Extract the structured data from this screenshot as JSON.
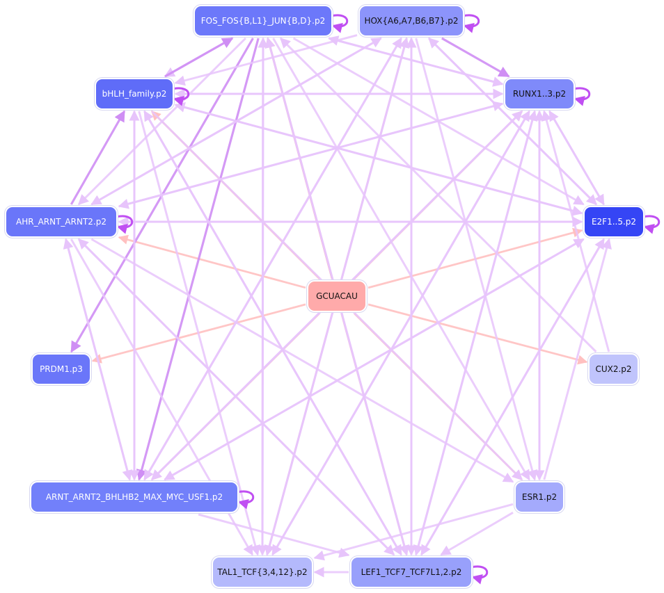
{
  "colors": {
    "inter": "#e7c4fb",
    "strong": "#cf8ef4",
    "center": "#ffc0c0",
    "centerStrong": "#ff9f9f",
    "self": "#c04ff2"
  },
  "nodes": [
    {
      "id": "fos",
      "label": "FOS_FOS{B,L1}_JUN{B,D}.p2",
      "fill": "#6c78fa",
      "text": "#ffffff"
    },
    {
      "id": "hox",
      "label": "HOX{A6,A7,B6,B7}.p2",
      "fill": "#8c94fb",
      "text": "#111111"
    },
    {
      "id": "runx",
      "label": "RUNX1..3.p2",
      "fill": "#7f8afa",
      "text": "#111111"
    },
    {
      "id": "bhlh",
      "label": "bHLH_family.p2",
      "fill": "#5f6cf8",
      "text": "#ffffff"
    },
    {
      "id": "ahr",
      "label": "AHR_ARNT_ARNT2.p2",
      "fill": "#6a76f9",
      "text": "#ffffff"
    },
    {
      "id": "e2f",
      "label": "E2F1..5.p2",
      "fill": "#3545f5",
      "text": "#ffffff"
    },
    {
      "id": "gcu",
      "label": "GCUACAU",
      "fill": "#ffaaaa",
      "text": "#111111"
    },
    {
      "id": "prdm",
      "label": "PRDM1.p3",
      "fill": "#6a76f9",
      "text": "#ffffff"
    },
    {
      "id": "cux",
      "label": "CUX2.p2",
      "fill": "#c0c4fc",
      "text": "#111111"
    },
    {
      "id": "arnt",
      "label": "ARNT_ARNT2_BHLHB2_MAX_MYC_USF1.p2",
      "fill": "#7280fa",
      "text": "#ffffff"
    },
    {
      "id": "esr",
      "label": "ESR1.p2",
      "fill": "#a4aafc",
      "text": "#111111"
    },
    {
      "id": "tal",
      "label": "TAL1_TCF{3,4,12}.p2",
      "fill": "#b4b9fc",
      "text": "#111111"
    },
    {
      "id": "lef",
      "label": "LEF1_TCF7_TCF7L1,2.p2",
      "fill": "#98a0fb",
      "text": "#111111"
    }
  ],
  "edges": [
    {
      "from": "gcu",
      "to": "fos",
      "kind": "centerStrong"
    },
    {
      "from": "gcu",
      "to": "hox",
      "kind": "center"
    },
    {
      "from": "gcu",
      "to": "runx",
      "kind": "center"
    },
    {
      "from": "gcu",
      "to": "e2f",
      "kind": "center"
    },
    {
      "from": "gcu",
      "to": "bhlh",
      "kind": "center"
    },
    {
      "from": "gcu",
      "to": "ahr",
      "kind": "center"
    },
    {
      "from": "gcu",
      "to": "prdm",
      "kind": "center"
    },
    {
      "from": "gcu",
      "to": "cux",
      "kind": "center"
    },
    {
      "from": "gcu",
      "to": "esr",
      "kind": "center"
    },
    {
      "from": "gcu",
      "to": "lef",
      "kind": "center"
    },
    {
      "from": "gcu",
      "to": "tal",
      "kind": "center"
    },
    {
      "from": "gcu",
      "to": "arnt",
      "kind": "center"
    },
    {
      "from": "fos",
      "to": "runx",
      "kind": "inter"
    },
    {
      "from": "fos",
      "to": "e2f",
      "kind": "inter"
    },
    {
      "from": "fos",
      "to": "esr",
      "kind": "inter"
    },
    {
      "from": "fos",
      "to": "lef",
      "kind": "inter"
    },
    {
      "from": "fos",
      "to": "tal",
      "kind": "inter"
    },
    {
      "from": "fos",
      "to": "arnt",
      "kind": "strong"
    },
    {
      "from": "fos",
      "to": "prdm",
      "kind": "strong"
    },
    {
      "from": "fos",
      "to": "ahr",
      "kind": "inter"
    },
    {
      "from": "fos",
      "to": "bhlh",
      "kind": "inter"
    },
    {
      "from": "hox",
      "to": "runx",
      "kind": "strong"
    },
    {
      "from": "hox",
      "to": "e2f",
      "kind": "inter"
    },
    {
      "from": "hox",
      "to": "esr",
      "kind": "inter"
    },
    {
      "from": "hox",
      "to": "lef",
      "kind": "inter"
    },
    {
      "from": "hox",
      "to": "tal",
      "kind": "inter"
    },
    {
      "from": "hox",
      "to": "arnt",
      "kind": "inter"
    },
    {
      "from": "hox",
      "to": "ahr",
      "kind": "inter"
    },
    {
      "from": "hox",
      "to": "bhlh",
      "kind": "inter"
    },
    {
      "from": "runx",
      "to": "e2f",
      "kind": "inter"
    },
    {
      "from": "runx",
      "to": "esr",
      "kind": "inter"
    },
    {
      "from": "runx",
      "to": "lef",
      "kind": "inter"
    },
    {
      "from": "runx",
      "to": "tal",
      "kind": "inter"
    },
    {
      "from": "runx",
      "to": "arnt",
      "kind": "inter"
    },
    {
      "from": "runx",
      "to": "ahr",
      "kind": "inter"
    },
    {
      "from": "runx",
      "to": "bhlh",
      "kind": "inter"
    },
    {
      "from": "runx",
      "to": "fos",
      "kind": "inter"
    },
    {
      "from": "bhlh",
      "to": "fos",
      "kind": "strong"
    },
    {
      "from": "bhlh",
      "to": "runx",
      "kind": "inter"
    },
    {
      "from": "bhlh",
      "to": "e2f",
      "kind": "inter"
    },
    {
      "from": "bhlh",
      "to": "arnt",
      "kind": "inter"
    },
    {
      "from": "bhlh",
      "to": "lef",
      "kind": "inter"
    },
    {
      "from": "bhlh",
      "to": "tal",
      "kind": "inter"
    },
    {
      "from": "bhlh",
      "to": "esr",
      "kind": "inter"
    },
    {
      "from": "ahr",
      "to": "bhlh",
      "kind": "strong"
    },
    {
      "from": "ahr",
      "to": "runx",
      "kind": "inter"
    },
    {
      "from": "ahr",
      "to": "e2f",
      "kind": "inter"
    },
    {
      "from": "ahr",
      "to": "arnt",
      "kind": "inter"
    },
    {
      "from": "ahr",
      "to": "lef",
      "kind": "inter"
    },
    {
      "from": "ahr",
      "to": "tal",
      "kind": "inter"
    },
    {
      "from": "ahr",
      "to": "esr",
      "kind": "inter"
    },
    {
      "from": "ahr",
      "to": "hox",
      "kind": "inter"
    },
    {
      "from": "e2f",
      "to": "ahr",
      "kind": "inter"
    },
    {
      "from": "e2f",
      "to": "bhlh",
      "kind": "inter"
    },
    {
      "from": "e2f",
      "to": "runx",
      "kind": "inter"
    },
    {
      "from": "e2f",
      "to": "hox",
      "kind": "inter"
    },
    {
      "from": "e2f",
      "to": "arnt",
      "kind": "inter"
    },
    {
      "from": "e2f",
      "to": "lef",
      "kind": "inter"
    },
    {
      "from": "arnt",
      "to": "hox",
      "kind": "inter"
    },
    {
      "from": "arnt",
      "to": "runx",
      "kind": "inter"
    },
    {
      "from": "arnt",
      "to": "e2f",
      "kind": "inter"
    },
    {
      "from": "arnt",
      "to": "lef",
      "kind": "inter"
    },
    {
      "from": "arnt",
      "to": "bhlh",
      "kind": "inter"
    },
    {
      "from": "arnt",
      "to": "ahr",
      "kind": "inter"
    },
    {
      "from": "lef",
      "to": "tal",
      "kind": "inter"
    },
    {
      "from": "lef",
      "to": "hox",
      "kind": "inter"
    },
    {
      "from": "lef",
      "to": "runx",
      "kind": "inter"
    },
    {
      "from": "lef",
      "to": "e2f",
      "kind": "inter"
    },
    {
      "from": "lef",
      "to": "ahr",
      "kind": "inter"
    },
    {
      "from": "lef",
      "to": "bhlh",
      "kind": "inter"
    },
    {
      "from": "lef",
      "to": "fos",
      "kind": "inter"
    },
    {
      "from": "tal",
      "to": "fos",
      "kind": "inter"
    },
    {
      "from": "tal",
      "to": "hox",
      "kind": "inter"
    },
    {
      "from": "tal",
      "to": "runx",
      "kind": "inter"
    },
    {
      "from": "esr",
      "to": "tal",
      "kind": "inter"
    },
    {
      "from": "esr",
      "to": "lef",
      "kind": "inter"
    },
    {
      "from": "esr",
      "to": "e2f",
      "kind": "inter"
    },
    {
      "from": "esr",
      "to": "runx",
      "kind": "inter"
    },
    {
      "from": "cux",
      "to": "runx",
      "kind": "inter"
    },
    {
      "from": "cux",
      "to": "fos",
      "kind": "inter"
    }
  ],
  "selfloops": [
    "fos",
    "hox",
    "runx",
    "bhlh",
    "ahr",
    "e2f",
    "arnt",
    "lef"
  ]
}
